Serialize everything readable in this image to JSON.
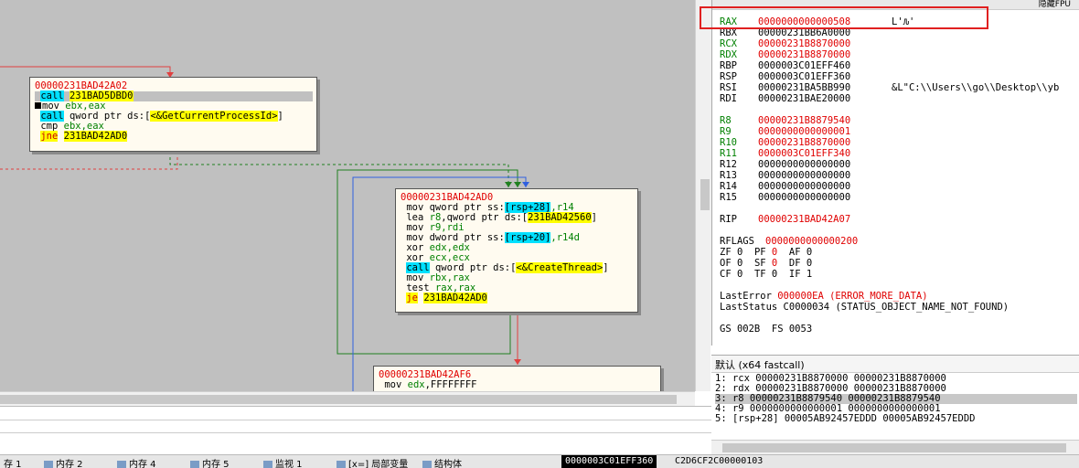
{
  "graph": {
    "blocks": [
      {
        "addr": "00000231BAD42A02",
        "lines": [
          {
            "parts": [
              {
                "t": "call",
                "c": "mn mn-call"
              },
              {
                "t": " "
              },
              {
                "t": "231BAD5DBD0",
                "c": "op-imm"
              }
            ],
            "sel": true
          },
          {
            "parts": [
              {
                "t": "mov ",
                "c": "mn"
              },
              {
                "t": "ebx,eax",
                "c": "op-reg"
              }
            ],
            "bp": true
          },
          {
            "parts": [
              {
                "t": "call",
                "c": "mn mn-call"
              },
              {
                "t": " qword ptr ds:["
              },
              {
                "t": "<&GetCurrentProcessId>",
                "c": "op-imm"
              },
              {
                "t": "]"
              }
            ]
          },
          {
            "parts": [
              {
                "t": "cmp ",
                "c": "mn"
              },
              {
                "t": "ebx,eax",
                "c": "op-reg"
              }
            ]
          },
          {
            "parts": [
              {
                "t": "jne",
                "c": "mn mn-jcc"
              },
              {
                "t": " "
              },
              {
                "t": "231BAD42AD0",
                "c": "op-imm"
              }
            ]
          }
        ]
      },
      {
        "addr": "00000231BAD42AD0",
        "lines": [
          {
            "parts": [
              {
                "t": "mov qword ptr ss:"
              },
              {
                "t": "[rsp+28]",
                "c": "op-br"
              },
              {
                "t": ",r14",
                "c": "op-reg"
              }
            ]
          },
          {
            "parts": [
              {
                "t": "lea "
              },
              {
                "t": "r8",
                "c": "op-reg"
              },
              {
                "t": ",qword ptr ds:["
              },
              {
                "t": "231BAD42560",
                "c": "op-imm"
              },
              {
                "t": "]"
              }
            ]
          },
          {
            "parts": [
              {
                "t": "mov "
              },
              {
                "t": "r9,rdi",
                "c": "op-reg"
              }
            ]
          },
          {
            "parts": [
              {
                "t": "mov dword ptr ss:"
              },
              {
                "t": "[rsp+20]",
                "c": "op-br"
              },
              {
                "t": ",r14d",
                "c": "op-reg"
              }
            ]
          },
          {
            "parts": [
              {
                "t": "xor "
              },
              {
                "t": "edx,edx",
                "c": "op-reg"
              }
            ]
          },
          {
            "parts": [
              {
                "t": "xor "
              },
              {
                "t": "ecx,ecx",
                "c": "op-reg"
              }
            ]
          },
          {
            "parts": [
              {
                "t": "call",
                "c": "mn mn-call"
              },
              {
                "t": " qword ptr ds:["
              },
              {
                "t": "<&CreateThread>",
                "c": "op-imm"
              },
              {
                "t": "]"
              }
            ]
          },
          {
            "parts": [
              {
                "t": "mov "
              },
              {
                "t": "rbx,rax",
                "c": "op-reg"
              }
            ]
          },
          {
            "parts": [
              {
                "t": "test "
              },
              {
                "t": "rax,rax",
                "c": "op-reg"
              }
            ]
          },
          {
            "parts": [
              {
                "t": "je",
                "c": "mn mn-jcc"
              },
              {
                "t": " "
              },
              {
                "t": "231BAD42AD0",
                "c": "op-imm"
              }
            ]
          }
        ]
      },
      {
        "addr": "00000231BAD42AF6",
        "lines": [
          {
            "parts": [
              {
                "t": "mov "
              },
              {
                "t": "edx",
                "c": "op-reg"
              },
              {
                "t": ",FFFFFFFF"
              }
            ]
          }
        ]
      }
    ]
  },
  "registers": {
    "header_label": "隐藏FPU",
    "general": [
      {
        "name": "RAX",
        "value": "0000000000000508",
        "comment": "L'Ԉ'",
        "changed": true
      },
      {
        "name": "RBX",
        "value": "00000231BB6A0000",
        "comment": "",
        "changed": false
      },
      {
        "name": "RCX",
        "value": "00000231B8870000",
        "comment": "",
        "changed": true
      },
      {
        "name": "RDX",
        "value": "00000231B8870000",
        "comment": "",
        "changed": true
      },
      {
        "name": "RBP",
        "value": "0000003C01EFF460",
        "comment": "",
        "changed": false
      },
      {
        "name": "RSP",
        "value": "0000003C01EFF360",
        "comment": "",
        "changed": false
      },
      {
        "name": "RSI",
        "value": "00000231BA5BB990",
        "comment": "&L\"C:\\\\Users\\\\go\\\\Desktop\\\\yb",
        "changed": false
      },
      {
        "name": "RDI",
        "value": "00000231BAE20000",
        "comment": "",
        "changed": false
      }
    ],
    "extended": [
      {
        "name": "R8",
        "value": "00000231B8879540",
        "changed": true
      },
      {
        "name": "R9",
        "value": "0000000000000001",
        "changed": true
      },
      {
        "name": "R10",
        "value": "00000231B8870000",
        "changed": true
      },
      {
        "name": "R11",
        "value": "0000003C01EFF340",
        "changed": true
      },
      {
        "name": "R12",
        "value": "0000000000000000",
        "changed": false
      },
      {
        "name": "R13",
        "value": "0000000000000000",
        "changed": false
      },
      {
        "name": "R14",
        "value": "0000000000000000",
        "changed": false
      },
      {
        "name": "R15",
        "value": "0000000000000000",
        "changed": false
      }
    ],
    "rip": {
      "name": "RIP",
      "value": "00000231BAD42A07"
    },
    "rflags": {
      "name": "RFLAGS",
      "value": "0000000000000200"
    },
    "flags": [
      [
        {
          "n": "ZF",
          "v": "0"
        },
        {
          "n": "PF",
          "v": "0"
        },
        {
          "n": "AF",
          "v": "0"
        }
      ],
      [
        {
          "n": "OF",
          "v": "0"
        },
        {
          "n": "SF",
          "v": "0"
        },
        {
          "n": "DF",
          "v": "0"
        }
      ],
      [
        {
          "n": "CF",
          "v": "0"
        },
        {
          "n": "TF",
          "v": "0"
        },
        {
          "n": "IF",
          "v": "1"
        }
      ]
    ],
    "last_error_label": "LastError",
    "last_error": "000000EA (ERROR_MORE_DATA)",
    "last_status_label": "LastStatus",
    "last_status": "C0000034 (STATUS_OBJECT_NAME_NOT_FOUND)",
    "segments": "GS 002B  FS 0053"
  },
  "call_convention": "默认 (x64 fastcall)",
  "args": [
    {
      "text": "1: rcx 00000231B8870000 00000231B8870000",
      "sel": false
    },
    {
      "text": "2: rdx 00000231B8870000 00000231B8870000",
      "sel": false
    },
    {
      "text": "3: r8 00000231B8879540 00000231B8879540",
      "sel": true
    },
    {
      "text": "4: r9 0000000000000001 0000000000000001",
      "sel": false
    },
    {
      "text": "5: [rsp+28] 00005AB92457EDDD 00005AB92457EDDD",
      "sel": false
    }
  ],
  "taskbar": {
    "tabs": [
      "存 1",
      "内存 2",
      "内存 4",
      "内存 5",
      "监视 1",
      "[x=] 局部变量",
      "结构体"
    ],
    "status_addr": "0000003C01EFF360",
    "status_addr2": "C2D6CF2C00000103"
  },
  "colors": {
    "highlight": "#e02020",
    "changed_value": "#e00000",
    "register_changed_name": "#008000"
  }
}
